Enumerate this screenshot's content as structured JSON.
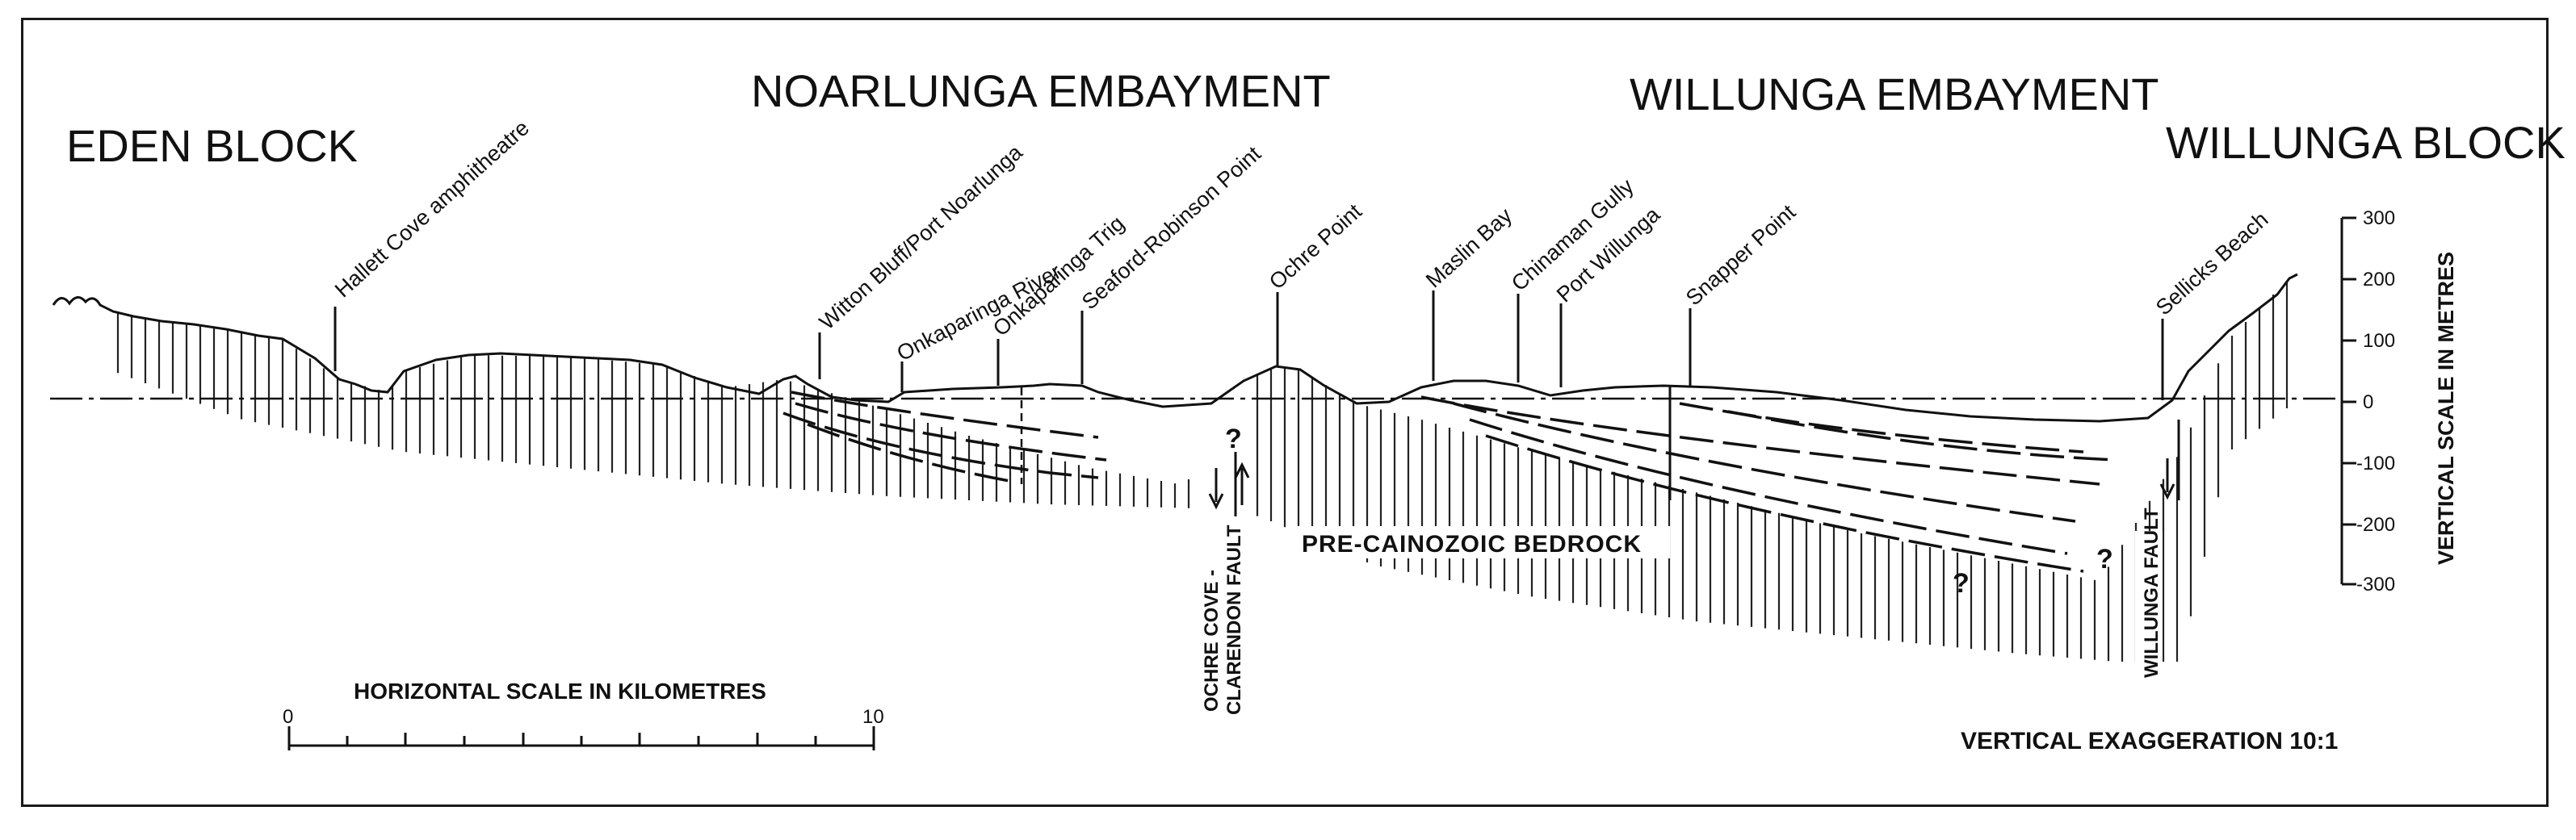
{
  "regions": {
    "eden_block": "EDEN BLOCK",
    "noarlunga_embayment": "NOARLUNGA EMBAYMENT",
    "willunga_embayment": "WILLUNGA EMBAYMENT",
    "willunga_block": "WILLUNGA BLOCK"
  },
  "locations": [
    "Hallett Cove amphitheatre",
    "Witton Bluff/Port Noarlunga",
    "Onkaparinga River",
    "Onkaparinga Trig",
    "Seaford-Robinson Point",
    "Ochre Point",
    "Maslin Bay",
    "Chinaman Gully",
    "Port Willunga",
    "Snapper Point",
    "Sellicks Beach"
  ],
  "faults": {
    "ochre_cove_line1": "OCHRE COVE -",
    "ochre_cove_line2": "CLARENDON FAULT",
    "willunga": "WILLUNGA FAULT"
  },
  "bedrock_label": "PRE-CAINOZOIC  BEDROCK",
  "unknown_marker": "?",
  "vertical_scale": {
    "title": "VERTICAL SCALE IN METRES",
    "ticks": [
      "300",
      "200",
      "100",
      "0",
      "-100",
      "-200",
      "-300"
    ]
  },
  "horizontal_scale": {
    "title": "HORIZONTAL SCALE IN KILOMETRES",
    "start": "0",
    "end": "10"
  },
  "exaggeration": "VERTICAL EXAGGERATION 10:1",
  "colors": {
    "ink": "#111111",
    "background": "#ffffff"
  }
}
